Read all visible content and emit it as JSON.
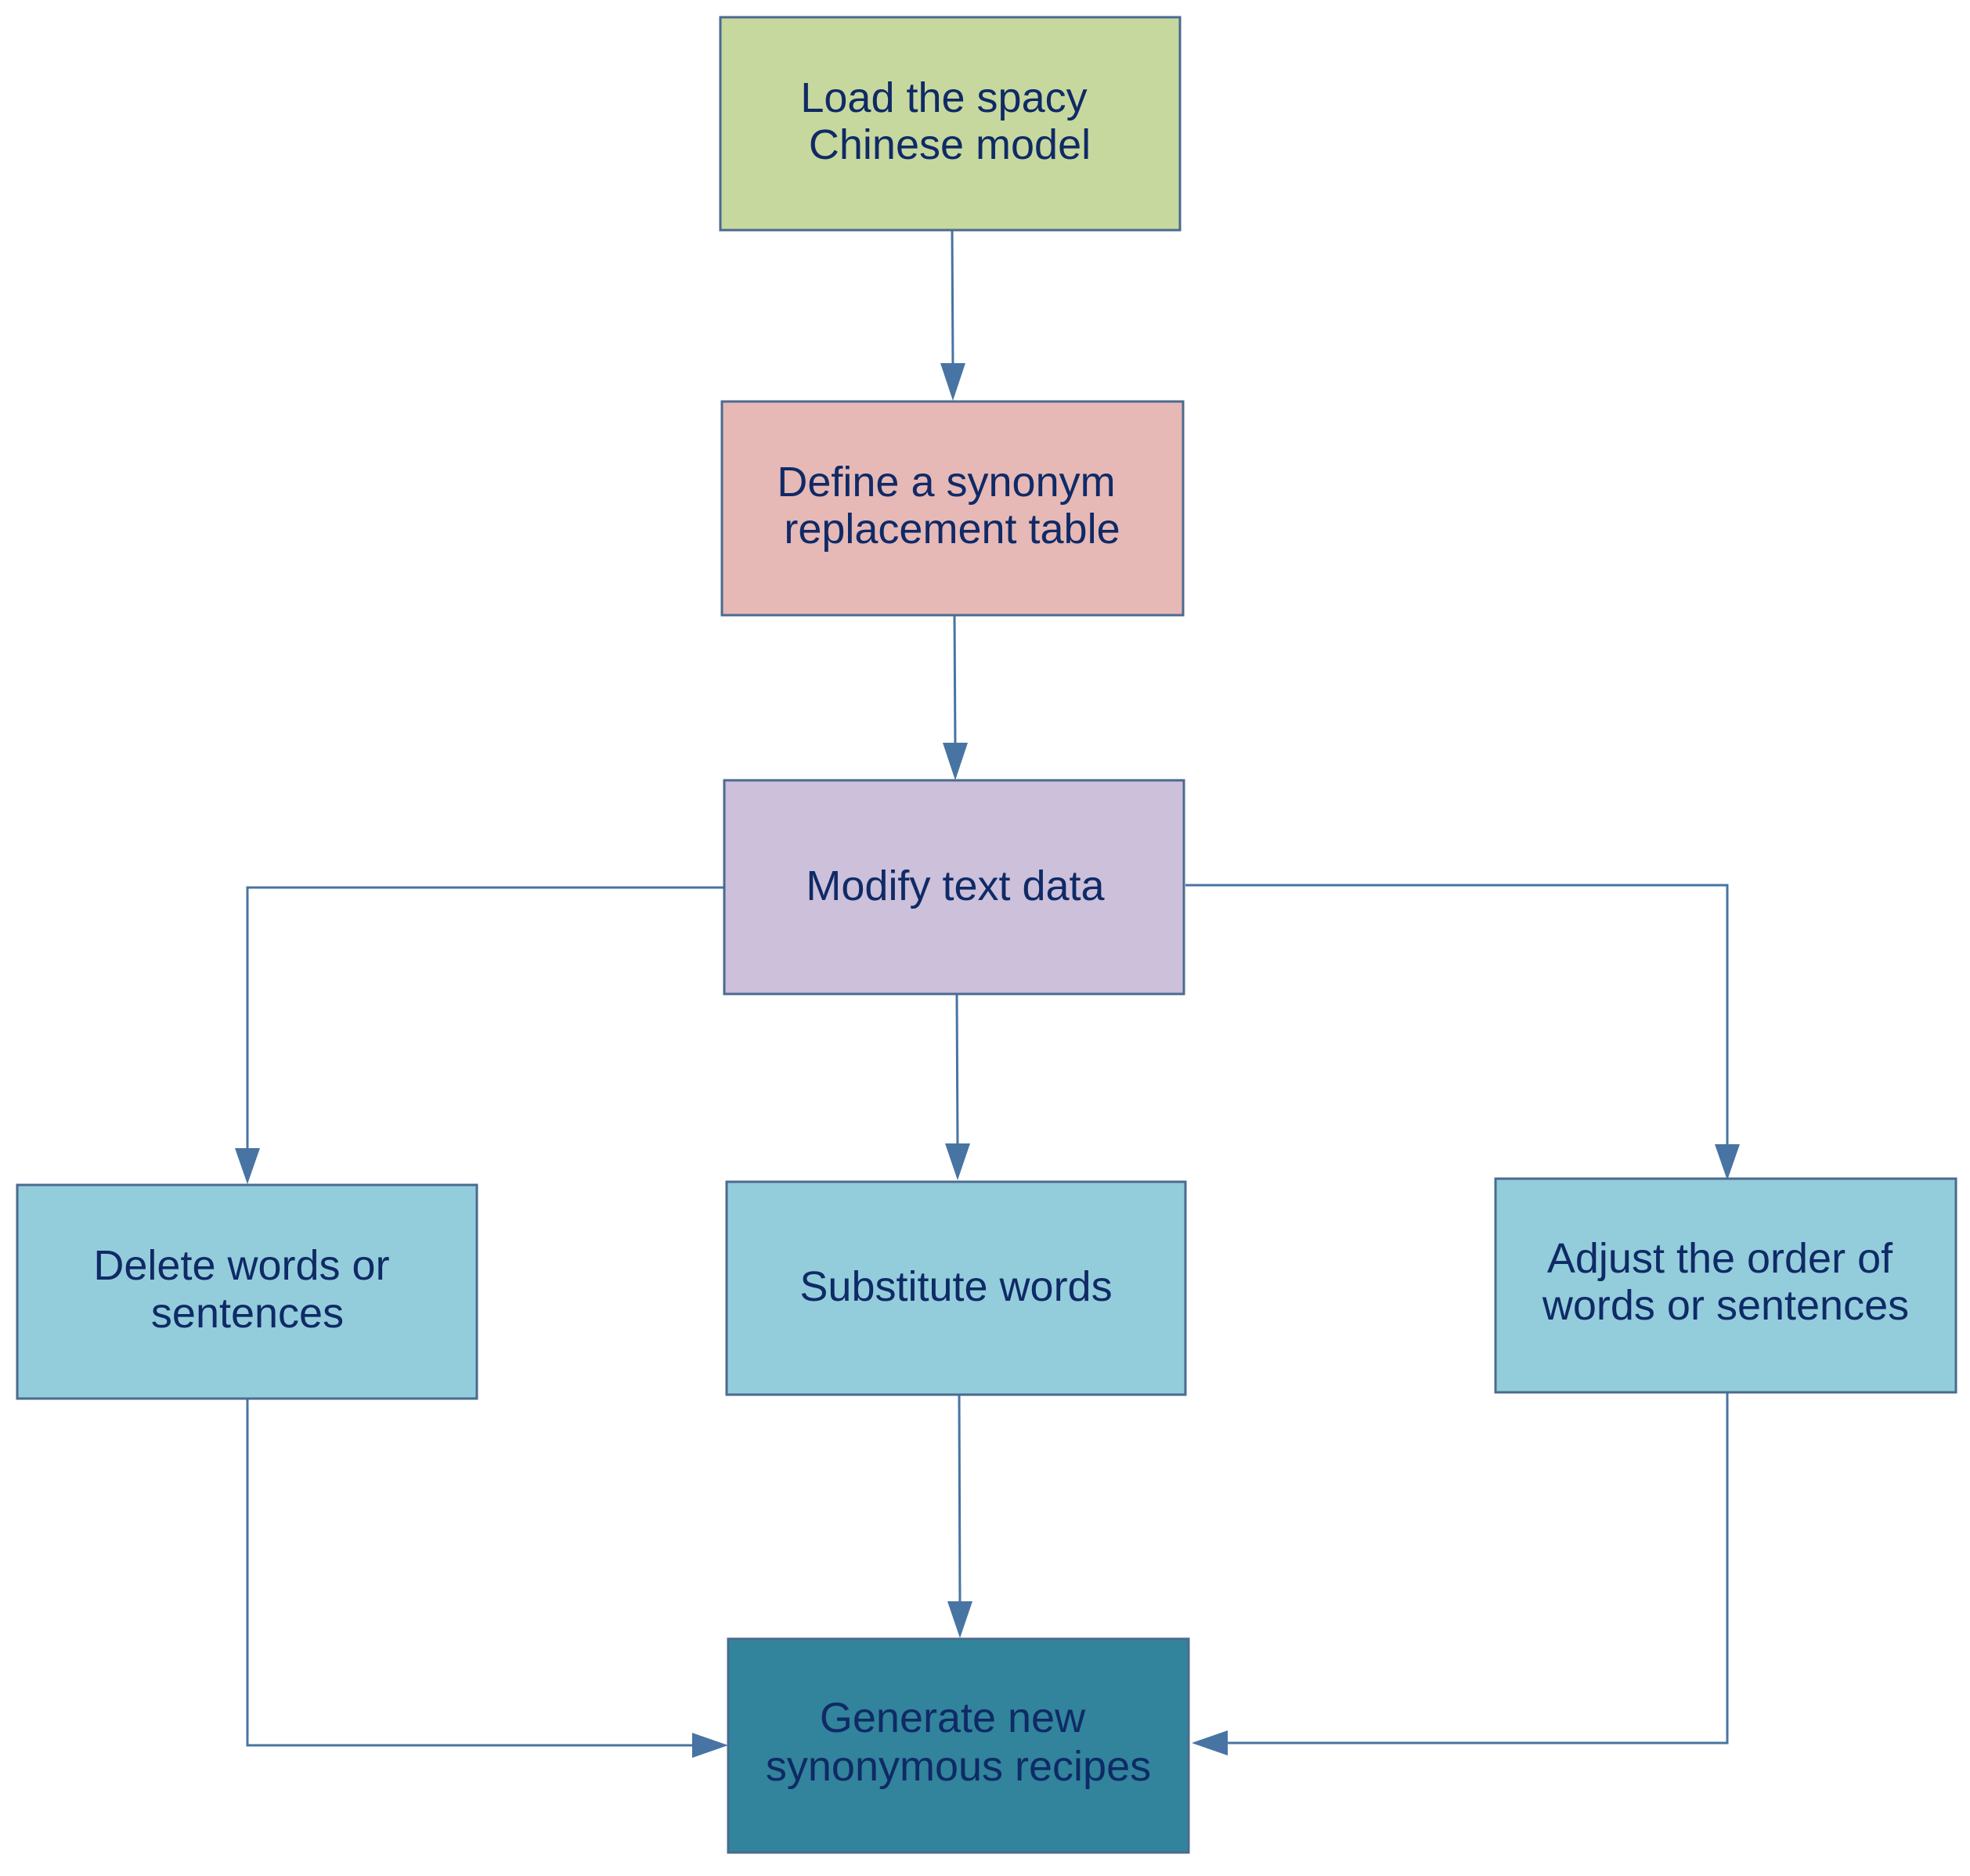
{
  "colors": {
    "load_model": "#c6d89e",
    "define_table": "#e6b8b6",
    "modify_text": "#ccc0da",
    "delete_words": "#93cddb",
    "substitute_words": "#93cddb",
    "adjust_order": "#93cddb",
    "generate_recipes": "#31849b",
    "text": "#0f2a66",
    "edge": "#4774a3"
  },
  "nodes": {
    "load_model": [
      "Load the spacy",
      "Chinese model"
    ],
    "define_table": [
      "Define a synonym",
      "replacement table"
    ],
    "modify_text": [
      "Modify text data"
    ],
    "delete_words": [
      "Delete words or",
      "sentences"
    ],
    "substitute_words": [
      "Substitute words"
    ],
    "adjust_order": [
      "Adjust the order of",
      "words or sentences"
    ],
    "generate_recipes": [
      "Generate new",
      "synonymous recipes"
    ]
  },
  "edges": [
    {
      "from": "load_model",
      "to": "define_table"
    },
    {
      "from": "define_table",
      "to": "modify_text"
    },
    {
      "from": "modify_text",
      "to": "delete_words"
    },
    {
      "from": "modify_text",
      "to": "substitute_words"
    },
    {
      "from": "modify_text",
      "to": "adjust_order"
    },
    {
      "from": "delete_words",
      "to": "generate_recipes"
    },
    {
      "from": "substitute_words",
      "to": "generate_recipes"
    },
    {
      "from": "adjust_order",
      "to": "generate_recipes"
    }
  ]
}
